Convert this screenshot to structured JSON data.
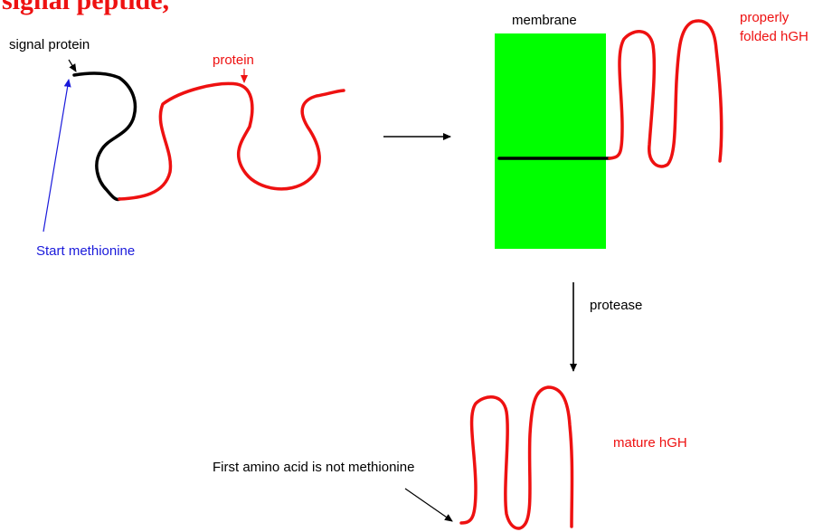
{
  "title": "signal peptide,",
  "labels": {
    "signal_protein": "signal protein",
    "protein": "protein",
    "start_methionine": "Start methionine",
    "membrane": "membrane",
    "properly_folded_line1": "properly",
    "properly_folded_line2": "folded hGH",
    "protease": "protease",
    "mature_hgh": "mature hGH",
    "first_amino_acid": "First amino acid is not methionine"
  },
  "colors": {
    "signal": "#000000",
    "protein": "#ee1111",
    "annotation_blue": "#1a1adb",
    "membrane": "#00ff00",
    "text_red": "#ee1111",
    "text_blue": "#1a1adb",
    "text_black": "#000000"
  }
}
